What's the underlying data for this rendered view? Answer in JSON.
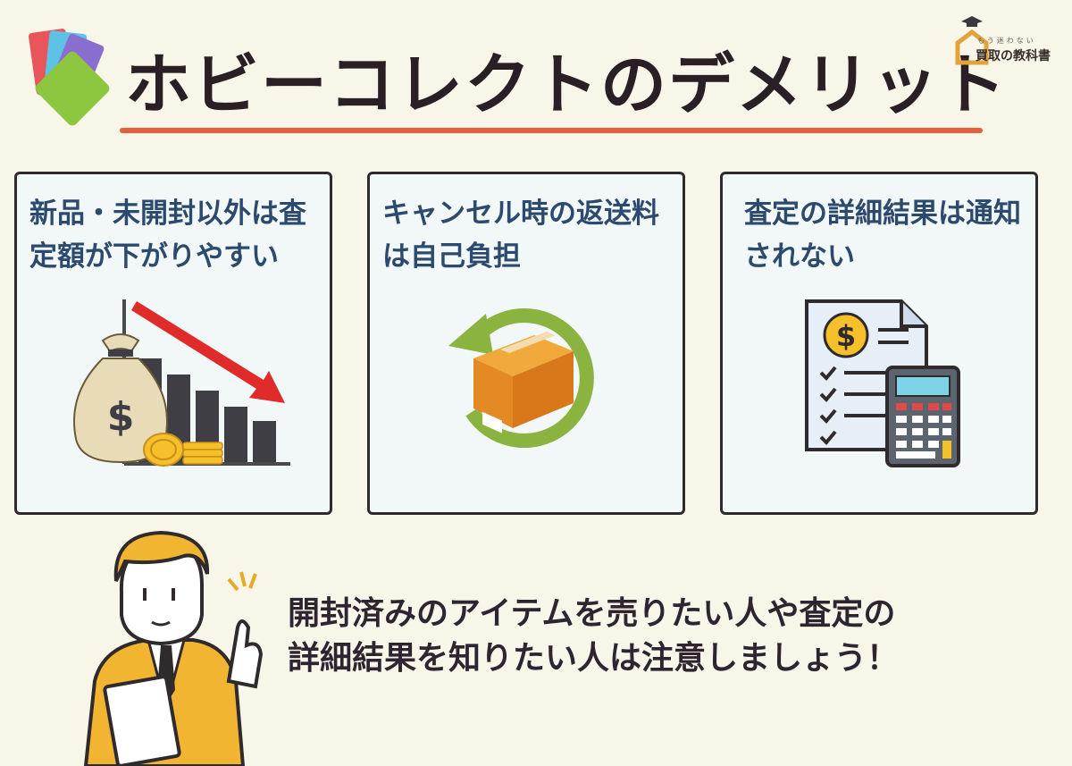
{
  "header": {
    "title": "ホビーコレクトのデメリット",
    "logo_name": "買取の教科書",
    "logo_tagline": "もう迷わない"
  },
  "cards": [
    {
      "text": "新品・未開封以外は査定額が下がりやすい",
      "icon": "money-bag-decline-icon"
    },
    {
      "text": "キャンセル時の返送料は自己負担",
      "icon": "box-return-icon"
    },
    {
      "text": "査定の詳細結果は通知されない",
      "icon": "document-calculator-icon"
    }
  ],
  "note": {
    "line1": "開封済みのアイテムを売りたい人や査定の",
    "line2": "詳細結果を知りたい人は注意しましょう！"
  },
  "colors": {
    "background": "#f8f5e9",
    "title": "#2a1f24",
    "underline": "#e3613a",
    "card_text": "#2b4a6e",
    "card_bg": "#f2f7f8"
  }
}
